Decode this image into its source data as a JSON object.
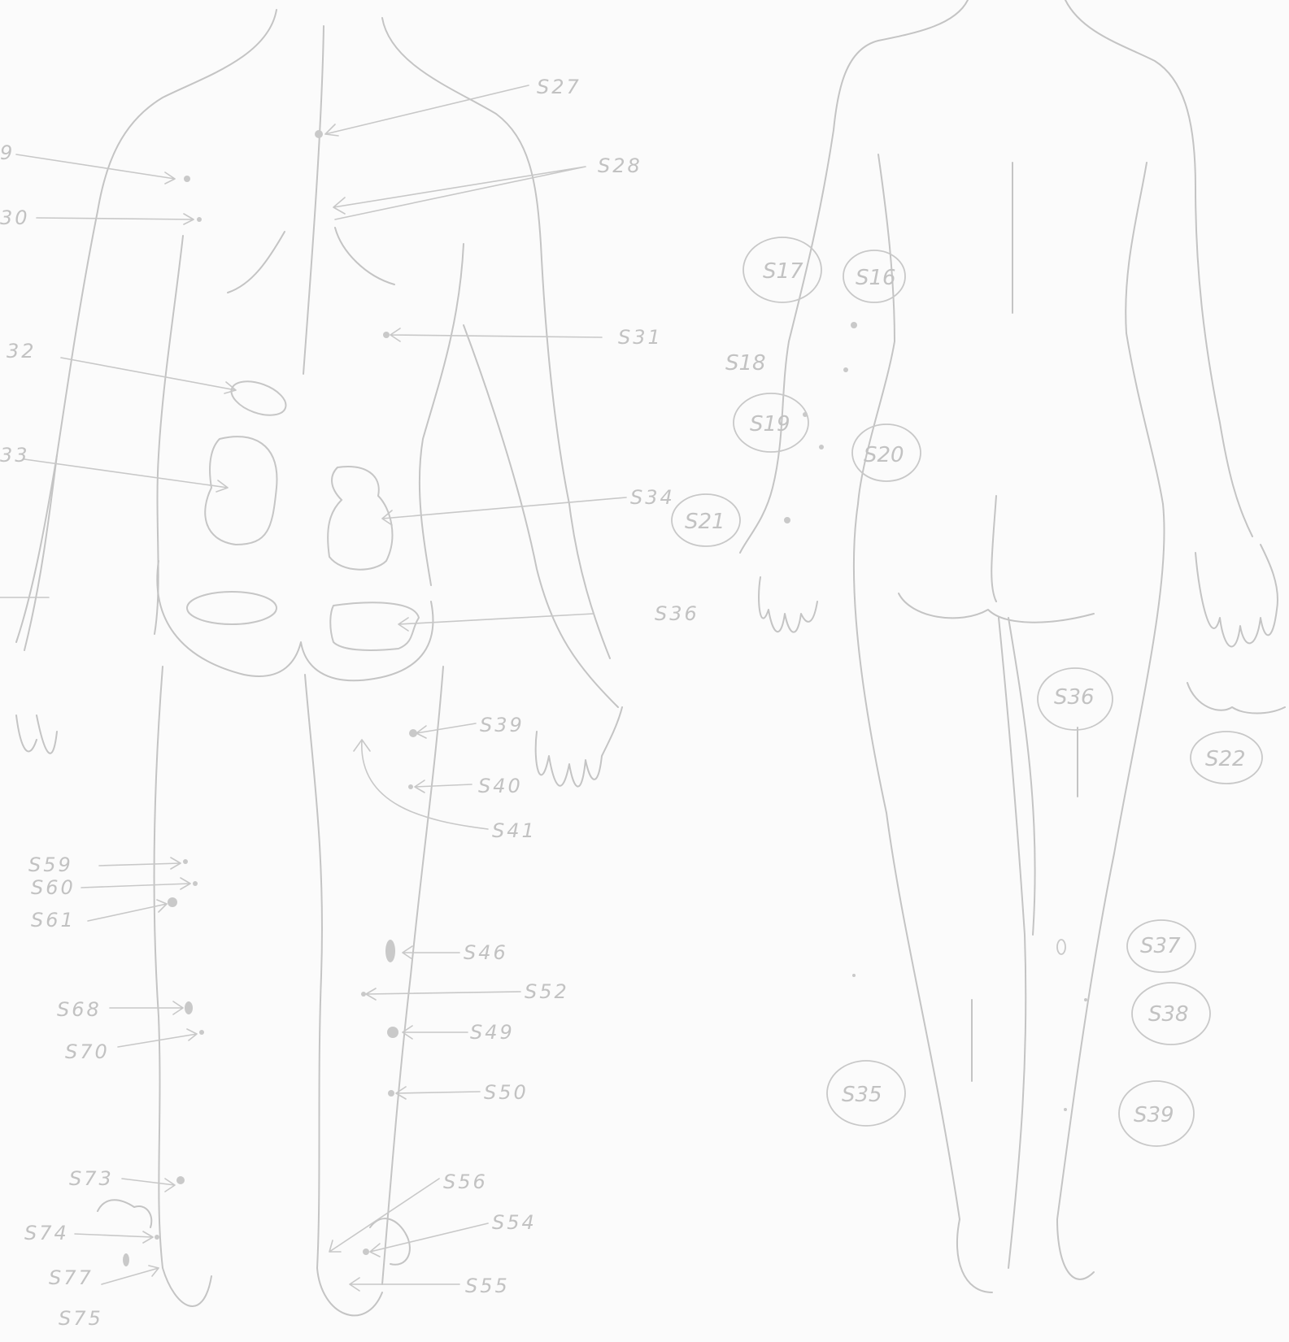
{
  "labels_back_figure": [
    {
      "id": "s27",
      "text": "S27"
    },
    {
      "id": "s28",
      "text": "S28"
    },
    {
      "id": "s29",
      "text": "9"
    },
    {
      "id": "s30",
      "text": "30"
    },
    {
      "id": "s31",
      "text": "S31"
    },
    {
      "id": "s32",
      "text": "32"
    },
    {
      "id": "s33",
      "text": "33"
    },
    {
      "id": "s34",
      "text": "S34"
    },
    {
      "id": "s36",
      "text": "S36"
    },
    {
      "id": "s39",
      "text": "S39"
    },
    {
      "id": "s40",
      "text": "S40"
    },
    {
      "id": "s41",
      "text": "S41"
    },
    {
      "id": "s46",
      "text": "S46"
    },
    {
      "id": "s49",
      "text": "S49"
    },
    {
      "id": "s50",
      "text": "S50"
    },
    {
      "id": "s52",
      "text": "S52"
    },
    {
      "id": "s54",
      "text": "S54"
    },
    {
      "id": "s55",
      "text": "S55"
    },
    {
      "id": "s56",
      "text": "S56"
    },
    {
      "id": "s59",
      "text": "S59"
    },
    {
      "id": "s60",
      "text": "S60"
    },
    {
      "id": "s61",
      "text": "S61"
    },
    {
      "id": "s68",
      "text": "S68"
    },
    {
      "id": "s70",
      "text": "S70"
    },
    {
      "id": "s73",
      "text": "S73"
    },
    {
      "id": "s74",
      "text": "S74"
    },
    {
      "id": "s75",
      "text": "S75"
    },
    {
      "id": "s77",
      "text": "S77"
    }
  ],
  "labels_right_figure": [
    {
      "id": "s17",
      "text": "S17"
    },
    {
      "id": "s16",
      "text": "S16"
    },
    {
      "id": "s18",
      "text": "S18"
    },
    {
      "id": "s19",
      "text": "S19"
    },
    {
      "id": "s20",
      "text": "S20"
    },
    {
      "id": "s21",
      "text": "S21"
    },
    {
      "id": "s22",
      "text": "S22"
    },
    {
      "id": "s36b",
      "text": "S36"
    },
    {
      "id": "s37",
      "text": "S37"
    },
    {
      "id": "s38",
      "text": "S38"
    },
    {
      "id": "s35",
      "text": "S35"
    },
    {
      "id": "s39b",
      "text": "S39"
    }
  ]
}
